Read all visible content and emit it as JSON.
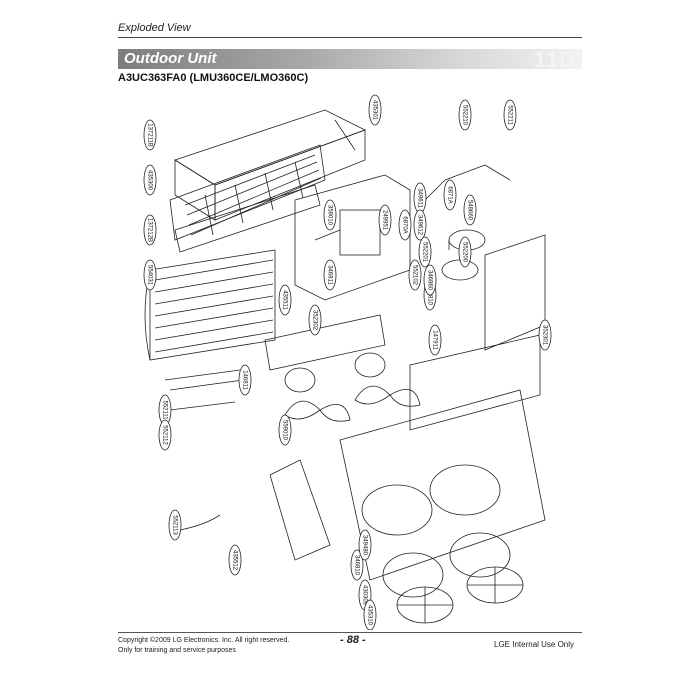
{
  "header": {
    "section_label": "Exploded View",
    "title": "Outdoor Unit",
    "section_mark": "11D",
    "model": "A3UC363FA0 (LMU360CE/LMO360C)"
  },
  "footer": {
    "copyright_line1": "Copyright ©2009 LG Electronics. Inc. All right reserved.",
    "copyright_line2": "Only for training and service purposes",
    "page_number": "- 88 -",
    "internal": "LGE Internal Use Only"
  },
  "diagram": {
    "callouts": [
      {
        "id": "c1",
        "label": "435301"
      },
      {
        "id": "c2",
        "label": "137211B"
      },
      {
        "id": "c3",
        "label": "435300"
      },
      {
        "id": "c4",
        "label": "137212B"
      },
      {
        "id": "c5",
        "label": "554031"
      },
      {
        "id": "c6",
        "label": "552111"
      },
      {
        "id": "c7",
        "label": "552112"
      },
      {
        "id": "c8",
        "label": "559010"
      },
      {
        "id": "c9",
        "label": "146811"
      },
      {
        "id": "c10",
        "label": "552113"
      },
      {
        "id": "c11",
        "label": "435512"
      },
      {
        "id": "c12",
        "label": "430309"
      },
      {
        "id": "c13",
        "label": "346810"
      },
      {
        "id": "c14",
        "label": "349480"
      },
      {
        "id": "c15",
        "label": "435310"
      },
      {
        "id": "c16",
        "label": "147911"
      },
      {
        "id": "c17",
        "label": "546810"
      },
      {
        "id": "c18",
        "label": "552210"
      },
      {
        "id": "c19",
        "label": "552211"
      },
      {
        "id": "c20",
        "label": "349611"
      },
      {
        "id": "c21",
        "label": "349612"
      },
      {
        "id": "c22",
        "label": "552201"
      },
      {
        "id": "c23",
        "label": "552200"
      },
      {
        "id": "c24",
        "label": "359010"
      },
      {
        "id": "c25",
        "label": "346811"
      },
      {
        "id": "c26",
        "label": "435511"
      },
      {
        "id": "c27",
        "label": "249951"
      },
      {
        "id": "c28",
        "label": "6871A"
      },
      {
        "id": "c29",
        "label": "552102"
      },
      {
        "id": "c30",
        "label": "346860"
      },
      {
        "id": "c31",
        "label": "548660"
      },
      {
        "id": "c32",
        "label": "6870A"
      },
      {
        "id": "c33",
        "label": "352301"
      },
      {
        "id": "c34",
        "label": "352302"
      }
    ]
  }
}
